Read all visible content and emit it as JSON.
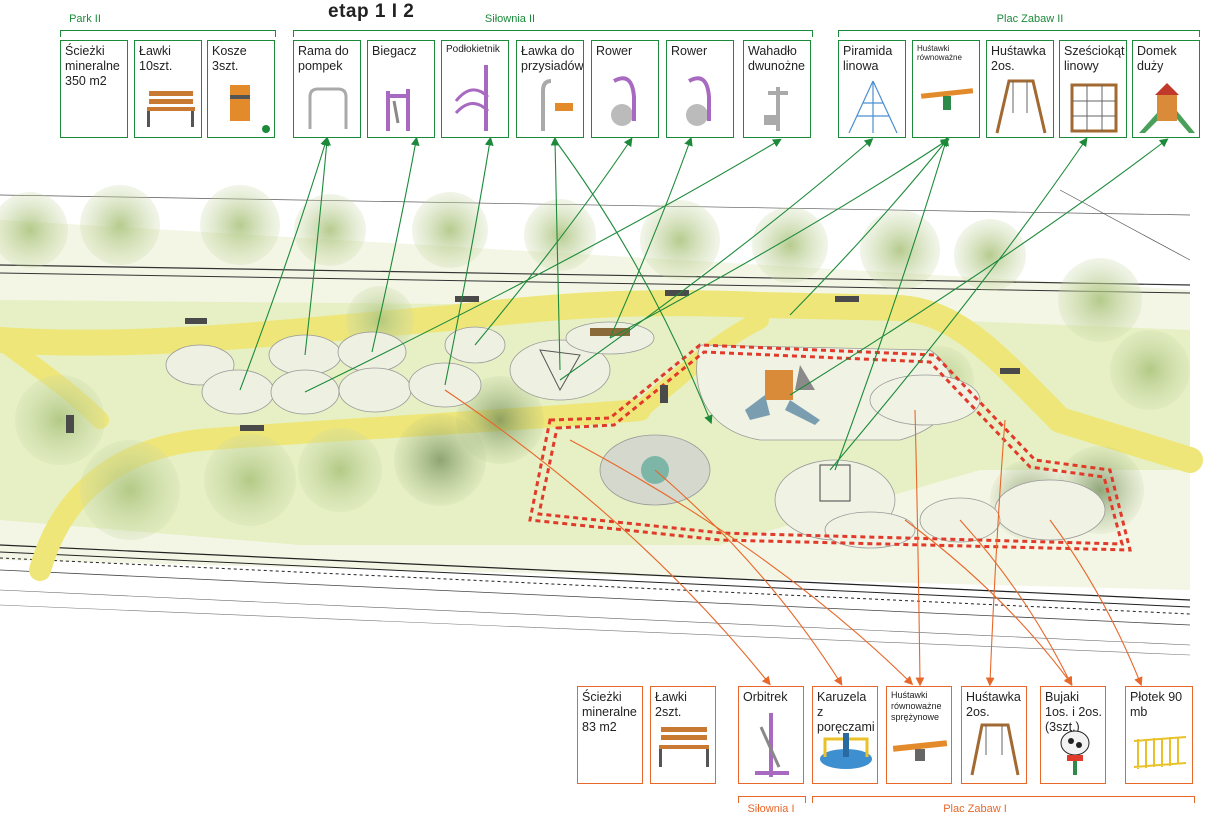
{
  "stage_title": "etap 1 I 2",
  "top_groups": [
    {
      "label": "Park II"
    },
    {
      "label": "Siłownia II"
    },
    {
      "label": "Plac Zabaw II"
    }
  ],
  "bottom_groups": [
    {
      "label": "Siłownia I"
    },
    {
      "label": "Plac Zabaw I"
    }
  ],
  "top_items": [
    {
      "label": "Ścieżki mineralne 350 m2",
      "icon": "path-icon"
    },
    {
      "label": "Ławki 10szt.",
      "icon": "bench-icon"
    },
    {
      "label": "Kosze 3szt.",
      "icon": "bin-icon"
    },
    {
      "label": "Rama do pompek",
      "icon": "pushup-frame-icon"
    },
    {
      "label": "Biegacz",
      "icon": "runner-machine-icon"
    },
    {
      "label": "Podłokietnik",
      "icon": "armrest-machine-icon"
    },
    {
      "label": "Ławka do przysiadów",
      "icon": "squat-bench-icon"
    },
    {
      "label": "Rower",
      "icon": "bike-icon"
    },
    {
      "label": "Rower",
      "icon": "bike-icon"
    },
    {
      "label": "Wahadło dwunożne",
      "icon": "pendulum-icon"
    },
    {
      "label": "Piramida linowa",
      "icon": "rope-pyramid-icon"
    },
    {
      "label": "Huśtawki równoważne",
      "icon": "seesaw-icon"
    },
    {
      "label": "Huśtawka 2os.",
      "icon": "swing-icon"
    },
    {
      "label": "Sześciokąt linowy",
      "icon": "rope-hexagon-icon"
    },
    {
      "label": "Domek duży",
      "icon": "playhouse-icon"
    }
  ],
  "bottom_items": [
    {
      "label": "Ścieżki mineralne 83 m2",
      "icon": "path-icon"
    },
    {
      "label": "Ławki 2szt.",
      "icon": "bench-icon"
    },
    {
      "label": "Orbitrek",
      "icon": "orbitrek-icon"
    },
    {
      "label": "Karuzela z poręczami",
      "icon": "carousel-icon"
    },
    {
      "label": "Huśtawki równoważne sprężynowe",
      "icon": "spring-seesaw-icon"
    },
    {
      "label": "Huśtawka 2os.",
      "icon": "swing-icon"
    },
    {
      "label": "Bujaki 1os. i 2os. (3szt.)",
      "icon": "spring-rider-icon"
    },
    {
      "label": "Płotek 90 mb",
      "icon": "fence-icon"
    }
  ],
  "colors": {
    "green": "#1c8a3a",
    "orange": "#e8672a",
    "path": "#f2ec8c",
    "lawn": "#e6f0c4",
    "red_fence": "#e23a2a"
  }
}
